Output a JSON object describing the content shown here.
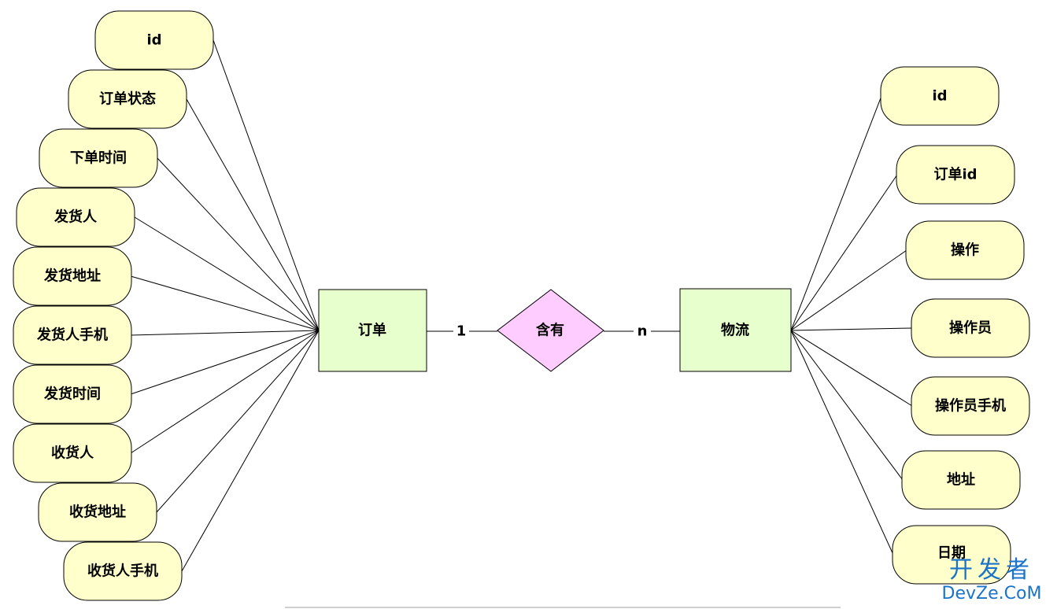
{
  "entities": {
    "order": "订单",
    "logistics": "物流"
  },
  "relationship": {
    "label": "含有",
    "left_cardinality": "1",
    "right_cardinality": "n"
  },
  "order_attributes": [
    "id",
    "订单状态",
    "下单时间",
    "发货人",
    "发货地址",
    "发货人手机",
    "发货时间",
    "收货人",
    "收货地址",
    "收货人手机"
  ],
  "logistics_attributes": [
    "id",
    "订单id",
    "操作",
    "操作员",
    "操作员手机",
    "地址",
    "日期"
  ],
  "watermark": {
    "line1": "开发者",
    "line2": "DevZe.CoM"
  },
  "colors": {
    "attribute_fill": "#ffffcc",
    "entity_fill": "#e6ffcc",
    "relationship_fill": "#ffccff",
    "watermark": "#1a73c9"
  }
}
